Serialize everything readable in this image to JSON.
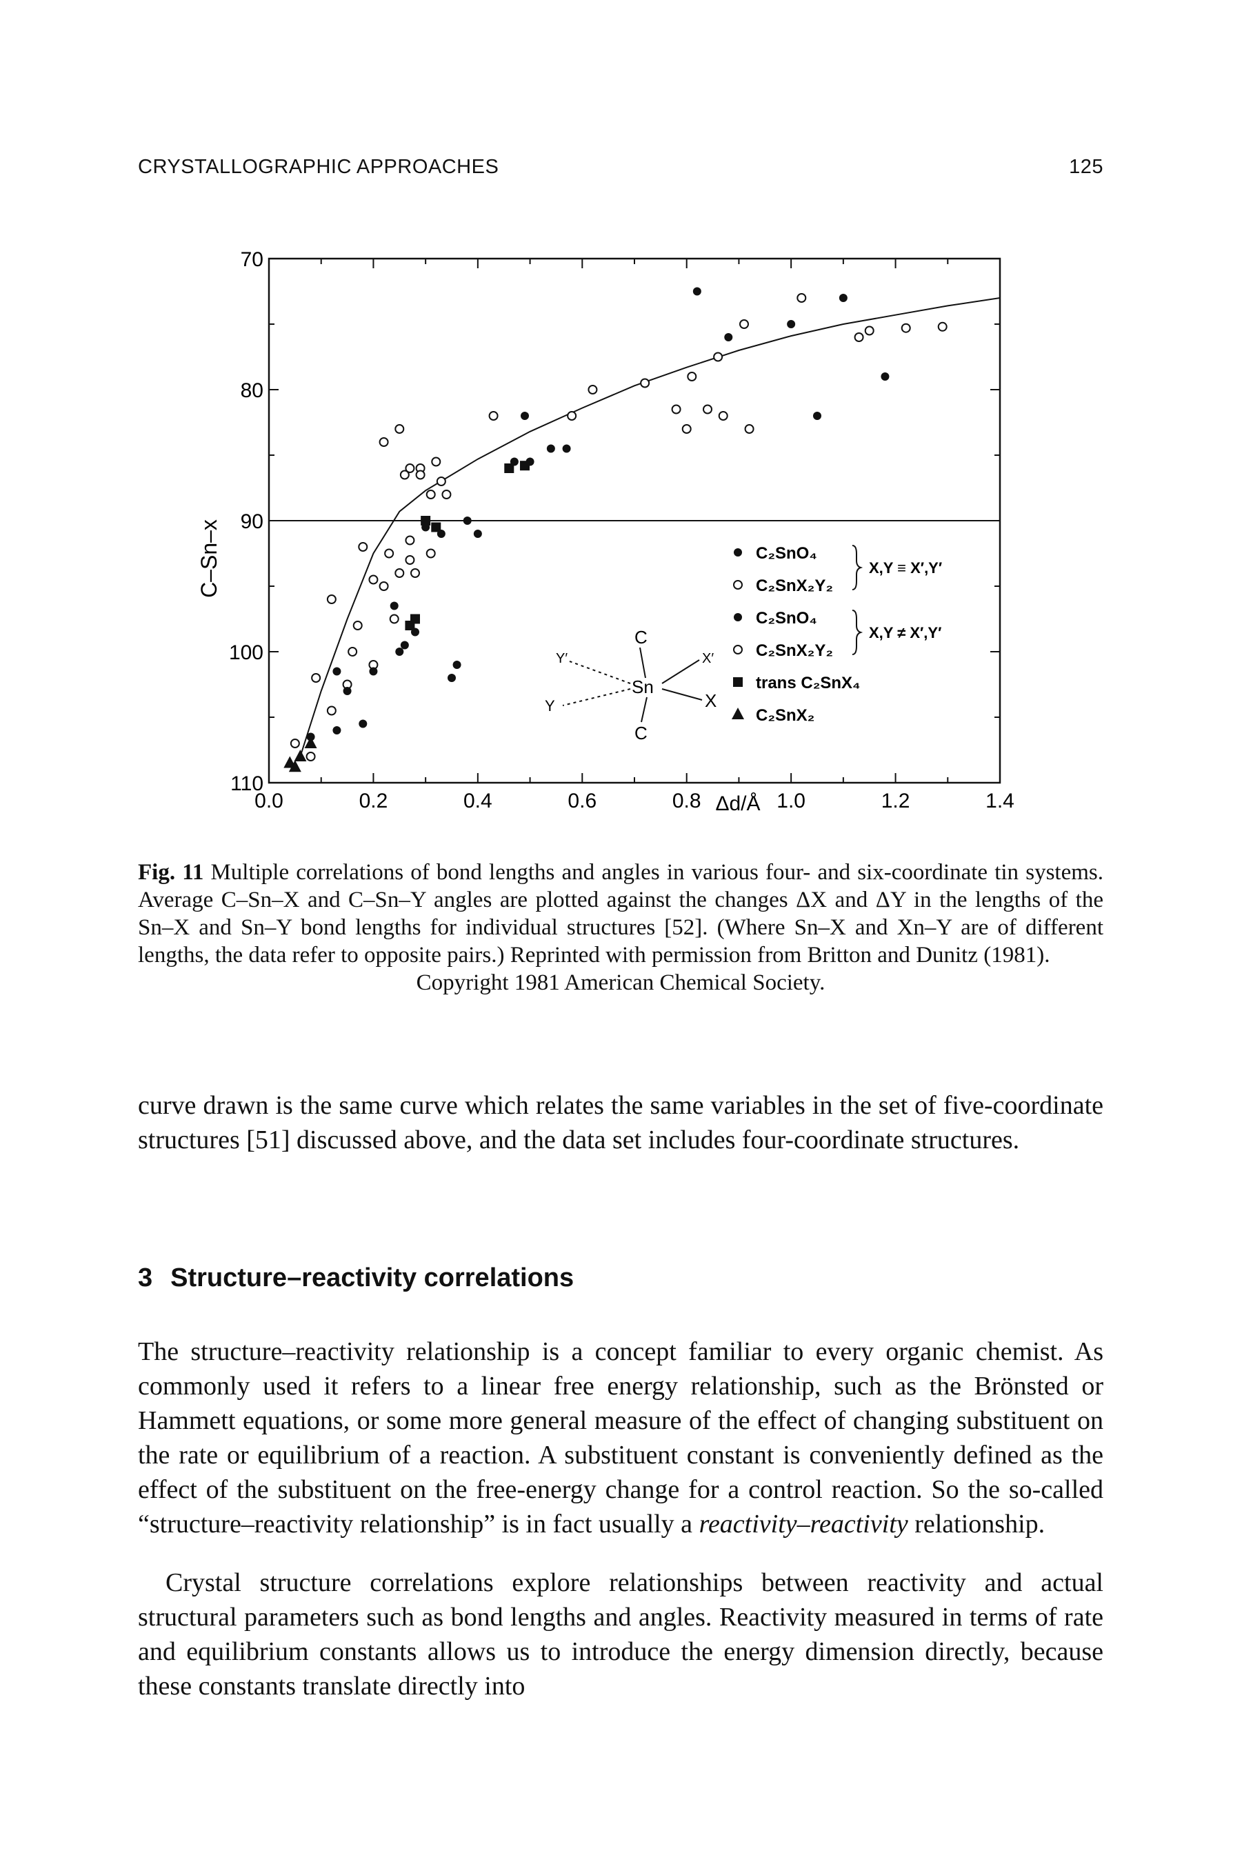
{
  "running_head": {
    "left": "CRYSTALLOGRAPHIC APPROACHES",
    "page_number": "125"
  },
  "figure": {
    "legend": [
      {
        "marker": "filled-circle",
        "text": "C₂SnO₄"
      },
      {
        "marker": "open-circle",
        "text": "C₂SnX₂Y₂"
      },
      {
        "marker": "filled-circle",
        "text": "C₂SnO₄"
      },
      {
        "marker": "open-circle",
        "text": "C₂SnX₂Y₂"
      },
      {
        "marker": "filled-square",
        "text": "trans C₂SnX₄"
      },
      {
        "marker": "filled-triangle",
        "text": "C₂SnX₂"
      }
    ],
    "brace_labels": [
      "X,Y ≡ X′,Y′",
      "X,Y ≠ X′,Y′"
    ],
    "molecule": {
      "top": "C",
      "bottom": "C",
      "center": "Sn",
      "left_upper": "Y′",
      "left_lower": "Y",
      "right_upper": "X′",
      "right_lower": "X"
    }
  },
  "chart_data": {
    "type": "scatter",
    "xlabel": "Δd/Å",
    "ylabel": "C–Sn–x",
    "xlim": [
      0.0,
      1.4
    ],
    "ylim": [
      110,
      70
    ],
    "xticks": [
      "0.0",
      "0.2",
      "0.4",
      "0.6",
      "0.8",
      "1.0",
      "1.2",
      "1.4"
    ],
    "yticks": [
      "70",
      "80",
      "90",
      "100",
      "110"
    ],
    "reference_line_y": 90,
    "curve": {
      "x": [
        0.06,
        0.1,
        0.15,
        0.2,
        0.25,
        0.3,
        0.4,
        0.5,
        0.6,
        0.7,
        0.8,
        0.9,
        1.0,
        1.1,
        1.2,
        1.3,
        1.4
      ],
      "y": [
        108,
        103,
        97.5,
        92.5,
        89.3,
        87.7,
        85.3,
        83.2,
        81.4,
        79.7,
        78.3,
        77,
        75.9,
        75,
        74.3,
        73.6,
        73
      ]
    },
    "series": [
      {
        "marker": "open-circle",
        "x": [
          0.05,
          0.08,
          0.12,
          0.09,
          0.15,
          0.2,
          0.16,
          0.24,
          0.28,
          0.17,
          0.12,
          0.27,
          0.31,
          0.18,
          0.23,
          0.27,
          0.2,
          0.22,
          0.25,
          0.28,
          0.22,
          0.25,
          0.27,
          0.29,
          0.32,
          0.31,
          0.34,
          0.26,
          0.29,
          0.33,
          0.43,
          0.58,
          0.62,
          0.72,
          0.78,
          0.8,
          0.81,
          0.84,
          0.87,
          0.92,
          1.02,
          1.13,
          1.15,
          1.22,
          0.86,
          0.91,
          1.29
        ],
        "y": [
          107,
          108,
          104.5,
          102,
          102.5,
          101,
          100,
          97.5,
          97.5,
          98,
          96,
          93,
          92.5,
          92,
          92.5,
          91.5,
          94.5,
          95,
          94,
          94,
          84,
          83,
          86,
          86,
          85.5,
          88,
          88,
          86.5,
          86.5,
          87,
          82,
          82,
          80,
          79.5,
          81.5,
          83,
          79,
          81.5,
          82,
          83,
          73,
          76,
          75.5,
          75.3,
          77.5,
          75,
          75.2
        ]
      },
      {
        "marker": "filled-circle",
        "x": [
          0.08,
          0.13,
          0.18,
          0.15,
          0.13,
          0.2,
          0.25,
          0.26,
          0.28,
          0.24,
          0.3,
          0.33,
          0.38,
          0.47,
          0.5,
          0.54,
          0.57,
          0.49,
          0.88,
          1.05,
          1.18,
          0.82,
          1.0,
          1.1,
          0.4,
          0.35,
          0.36
        ],
        "y": [
          106.5,
          106,
          105.5,
          103,
          101.5,
          101.5,
          100,
          99.5,
          98.5,
          96.5,
          90.5,
          91,
          90,
          85.5,
          85.5,
          84.5,
          84.5,
          82,
          76,
          82,
          79,
          72.5,
          75,
          73,
          91,
          102,
          101
        ]
      },
      {
        "marker": "filled-square",
        "x": [
          0.27,
          0.32,
          0.3,
          0.46,
          0.49,
          0.28
        ],
        "y": [
          98,
          90.5,
          90,
          86,
          85.8,
          97.5
        ]
      },
      {
        "marker": "filled-triangle",
        "x": [
          0.04,
          0.06,
          0.08,
          0.05
        ],
        "y": [
          108.5,
          108,
          107,
          108.8
        ]
      }
    ]
  },
  "caption": {
    "label": "Fig. 11",
    "text": "Multiple correlations of bond lengths and angles in various four- and six-coordinate tin systems. Average C–Sn–X and C–Sn–Y angles are plotted against the changes ΔX and ΔY in the lengths of the Sn–X and Sn–Y bond lengths for individual structures [52]. (Where Sn–X and Xn–Y are of different lengths, the data refer to opposite pairs.) Reprinted with permission from Britton and Dunitz (1981).",
    "last_line": "Copyright 1981 American Chemical Society."
  },
  "body": {
    "para1": "curve drawn is the same curve which relates the same variables in the set of five-coordinate structures [51] discussed above, and the data set includes four-coordinate structures.",
    "section_number": "3",
    "section_title": "Structure–reactivity correlations",
    "para2_a": "The structure–reactivity relationship is a concept familiar to every organic chemist. As commonly used it refers to a linear free energy relationship, such as the Brönsted or Hammett equations, or some more general measure of the effect of changing substituent on the rate or equilibrium of a reaction. A substituent constant is conveniently defined as the effect of the substituent on the free-energy change for a control reaction. So the so-called “structure–reactivity relationship” is in fact usually a ",
    "para2_em": "reactivity–reactivity",
    "para2_b": " relationship.",
    "para3": "Crystal structure correlations explore relationships between reactivity and actual structural parameters such as bond lengths and angles. Reactivity measured in terms of rate and equilibrium constants allows us to introduce the energy dimension directly, because these constants translate directly into"
  }
}
